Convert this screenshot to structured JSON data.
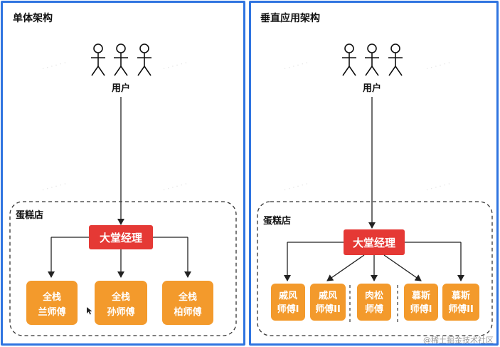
{
  "left": {
    "title": "单体架构",
    "user_label": "用户",
    "shop_label": "蛋糕店",
    "manager": "大堂经理",
    "staff": [
      {
        "line1": "全栈",
        "line2": "兰师傅"
      },
      {
        "line1": "全栈",
        "line2": "孙师傅"
      },
      {
        "line1": "全栈",
        "line2": "柏师傅"
      }
    ]
  },
  "right": {
    "title": "垂直应用架构",
    "user_label": "用户",
    "shop_label": "蛋糕店",
    "manager": "大堂经理",
    "staff": [
      {
        "line1": "戚风",
        "line2": "师傅I"
      },
      {
        "line1": "戚风",
        "line2": "师傅II"
      },
      {
        "line1": "肉松",
        "line2": "师傅"
      },
      {
        "line1": "慕斯",
        "line2": "师傅I"
      },
      {
        "line1": "慕斯",
        "line2": "师傅II"
      }
    ]
  },
  "footer": "@稀土掘金技术社区",
  "colors": {
    "panel_border": "#2f74e0",
    "manager_fill": "#e53935",
    "staff_fill": "#f39a2c"
  }
}
